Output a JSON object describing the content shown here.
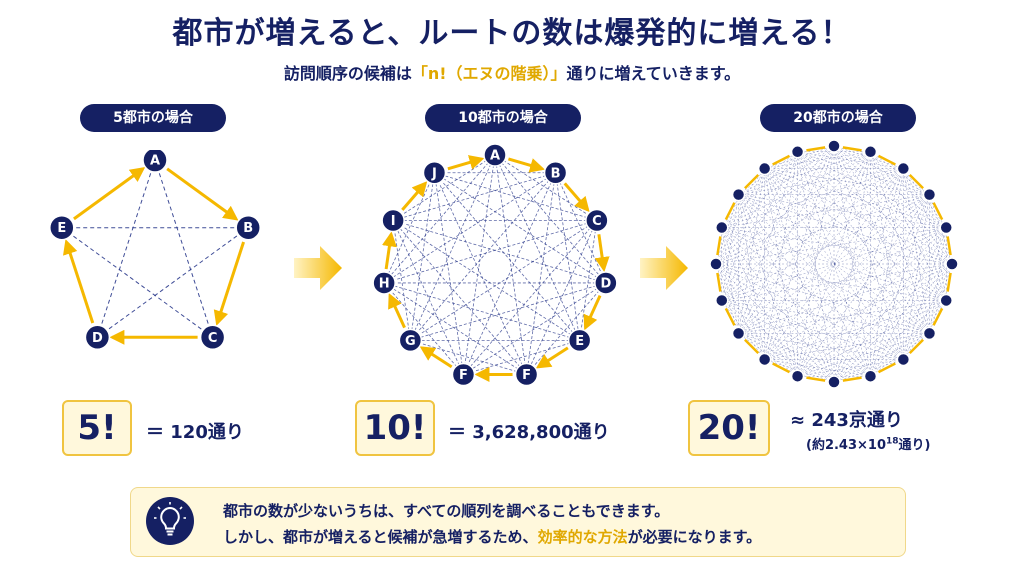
{
  "header": {
    "title": "都市が増えると、ルートの数は爆発的に増える！",
    "subtitle_before": "訪問順序の候補は",
    "subtitle_highlight": "「n!（エヌの階乗）」",
    "subtitle_after": "通りに増えていきます。"
  },
  "panels": [
    {
      "label": "5都市の場合",
      "factorial": "5!",
      "result": "＝ 120通り",
      "nodes": [
        "A",
        "B",
        "C",
        "D",
        "E"
      ]
    },
    {
      "label": "10都市の場合",
      "factorial": "10!",
      "result": "＝ 3,628,800通り",
      "nodes": [
        "A",
        "B",
        "C",
        "D",
        "E",
        "F",
        "F",
        "G",
        "H",
        "I",
        "J"
      ]
    },
    {
      "label": "20都市の場合",
      "factorial": "20!",
      "result": "≈  243京通り",
      "note_before": "(約2.43×10",
      "note_sup": "18",
      "note_after": "通り)",
      "node_count": 20
    }
  ],
  "tip": {
    "line1": "都市の数が少ないうちは、すべての順列を調べることもできます。",
    "line2_before": "しかし、都市が増えると候補が急増するため、",
    "line2_highlight": "効率的な方法",
    "line2_after": "が必要になります。"
  },
  "colors": {
    "navy": "#152063",
    "gold": "#f5b800",
    "dash": "#2b3a8c",
    "panel_bg": "#fff8dc"
  }
}
